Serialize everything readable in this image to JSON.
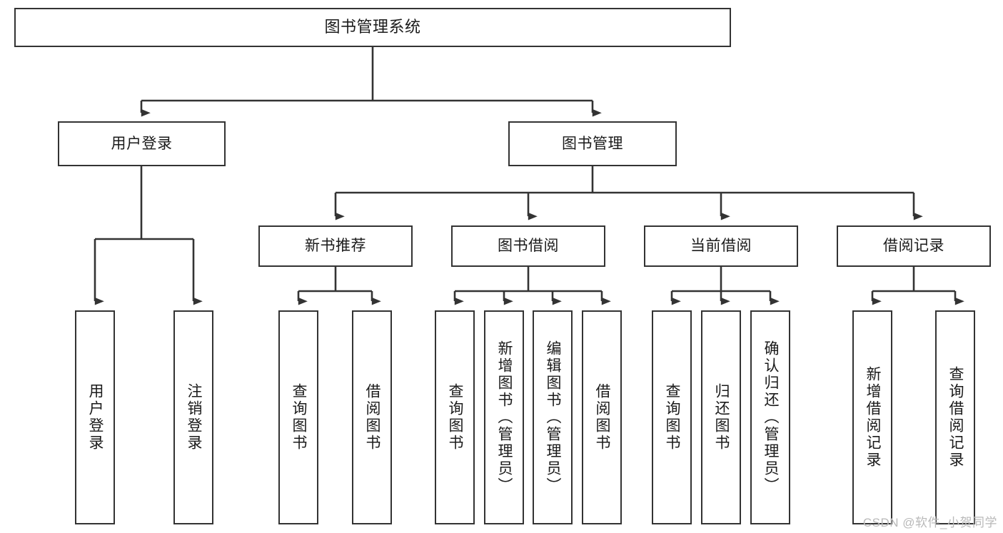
{
  "diagram": {
    "title": "图书管理系统",
    "type": "tree",
    "orientation": "top-down",
    "line_color": "#333333",
    "box_fill": "#ffffff",
    "text_color": "#1a1a1a"
  },
  "nodes": {
    "root": {
      "label": "图书管理系统",
      "level": 0
    },
    "user_login": {
      "label": "用户登录",
      "level": 1
    },
    "book_manage": {
      "label": "图书管理",
      "level": 1
    },
    "new_book_rec": {
      "label": "新书推荐",
      "level": 2
    },
    "book_borrow": {
      "label": "图书借阅",
      "level": 2
    },
    "current_borrow": {
      "label": "当前借阅",
      "level": 2
    },
    "borrow_record": {
      "label": "借阅记录",
      "level": 2
    },
    "leaf_user_login": {
      "label": "用户登录",
      "level": 2
    },
    "leaf_logout": {
      "label": "注销登录",
      "level": 2
    },
    "leaf_query_book_1": {
      "label": "查询图书",
      "level": 3
    },
    "leaf_borrow_book_1": {
      "label": "借阅图书",
      "level": 3
    },
    "leaf_query_book_2": {
      "label": "查询图书",
      "level": 3
    },
    "leaf_add_book": {
      "label": "新增图书（管理员）",
      "level": 3
    },
    "leaf_edit_book": {
      "label": "编辑图书（管理员）",
      "level": 3
    },
    "leaf_borrow_book_2": {
      "label": "借阅图书",
      "level": 3
    },
    "leaf_query_book_3": {
      "label": "查询图书",
      "level": 3
    },
    "leaf_return_book": {
      "label": "归还图书",
      "level": 3
    },
    "leaf_confirm_return": {
      "label": "确认归还（管理员）",
      "level": 3
    },
    "leaf_add_record": {
      "label": "新增借阅记录",
      "level": 3
    },
    "leaf_query_record": {
      "label": "查询借阅记录",
      "level": 3
    }
  },
  "watermark": {
    "text": "CSDN @软件_小贺同学"
  }
}
